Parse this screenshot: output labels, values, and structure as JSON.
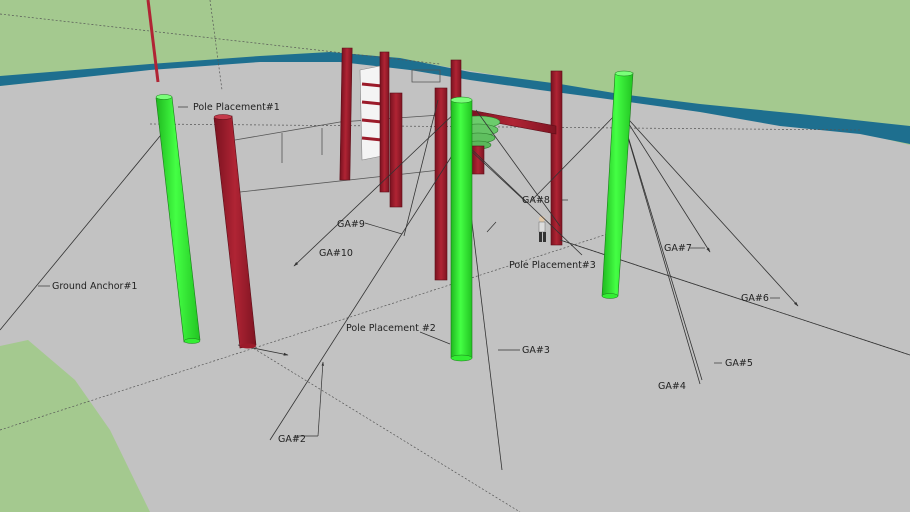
{
  "colors": {
    "sky": "#a4c98f",
    "ground": "#c2c2c2",
    "grass": "#a4c98f",
    "river": "#1e6f8f",
    "pole_placement": "#33ee33",
    "existing_pole": "#9b1b2a",
    "guy_line": "#333333"
  },
  "labels": {
    "pole1": "Pole Placement#1",
    "pole2": "Pole Placement #2",
    "pole3": "Pole Placement#3",
    "anchor1": "Ground Anchor#1",
    "ga2": "GA#2",
    "ga3": "GA#3",
    "ga4": "GA#4",
    "ga5": "GA#5",
    "ga6": "GA#6",
    "ga7": "GA#7",
    "ga8": "GA#8",
    "ga9": "GA#9",
    "ga10": "GA#10"
  }
}
